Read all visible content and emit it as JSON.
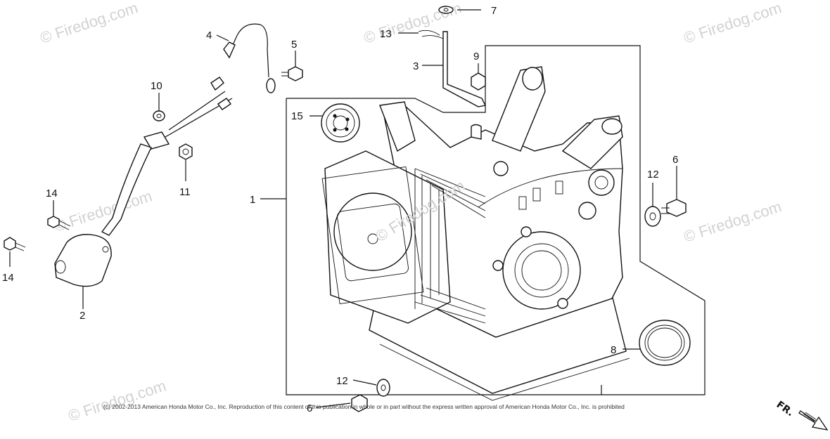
{
  "callouts": {
    "c1": "1",
    "c2": "2",
    "c3": "3",
    "c4": "4",
    "c5": "5",
    "c6": "6",
    "c6b": "6",
    "c7": "7",
    "c8": "8",
    "c9": "9",
    "c10": "10",
    "c11": "11",
    "c12": "12",
    "c12b": "12",
    "c13": "13",
    "c14": "14",
    "c14b": "14",
    "c15": "15"
  },
  "watermarks": {
    "wm1": "© Firedog.com",
    "wm2": "© Firedog.com",
    "wm3": "© Firedog.com",
    "wm4": "© Firedog.com",
    "wm5": "© Firedog.com",
    "wm6": "© Firedog.com",
    "center": "© Firedog.com"
  },
  "direction_label": "FR.",
  "copyright": "(c) 2002-2013 American Honda Motor Co., Inc. Reproduction of this content of this publication in whole or in part without the express written approval of American Honda Motor Co., Inc. is prohibited"
}
